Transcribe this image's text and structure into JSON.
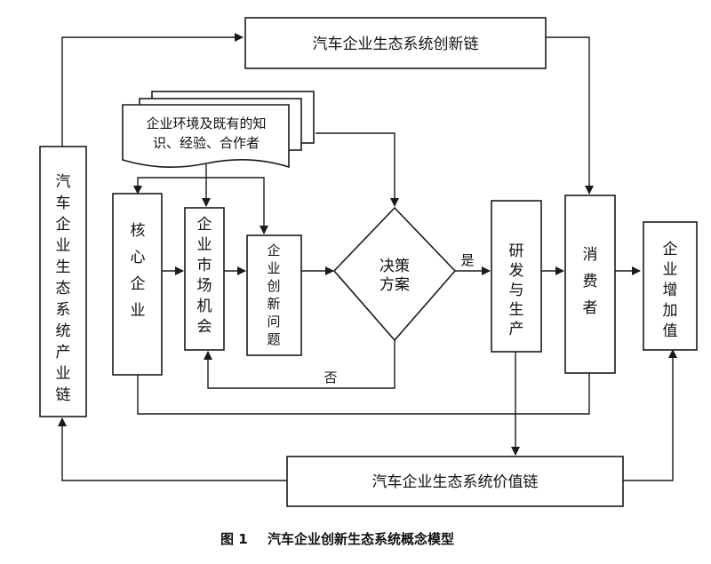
{
  "diagram": {
    "innovation_chain": "汽车企业生态系统创新链",
    "value_chain": "汽车企业生态系统价值链",
    "industry_chain": [
      "汽",
      "车",
      "企",
      "业",
      "生",
      "态",
      "系",
      "统",
      "产",
      "业",
      "链"
    ],
    "doc_line1": "企业环境及既有的知",
    "doc_line2": "识、经验、合作者",
    "core_enterprise": [
      "核",
      "心",
      "企",
      "业"
    ],
    "market_opportunity": [
      "企",
      "业",
      "市",
      "场",
      "机",
      "会"
    ],
    "innovation_problem": [
      "企",
      "业",
      "创",
      "新",
      "问",
      "题"
    ],
    "decision_line1": "决策",
    "decision_line2": "方案",
    "yes_label": "是",
    "no_label": "否",
    "rd_production": [
      "研",
      "发",
      "与",
      "生",
      "产"
    ],
    "consumer": [
      "消",
      "费",
      "者"
    ],
    "value_added": [
      "企",
      "业",
      "增",
      "加",
      "值"
    ]
  },
  "caption": {
    "figure_no": "图 1",
    "title": "汽车企业创新生态系统概念模型"
  }
}
